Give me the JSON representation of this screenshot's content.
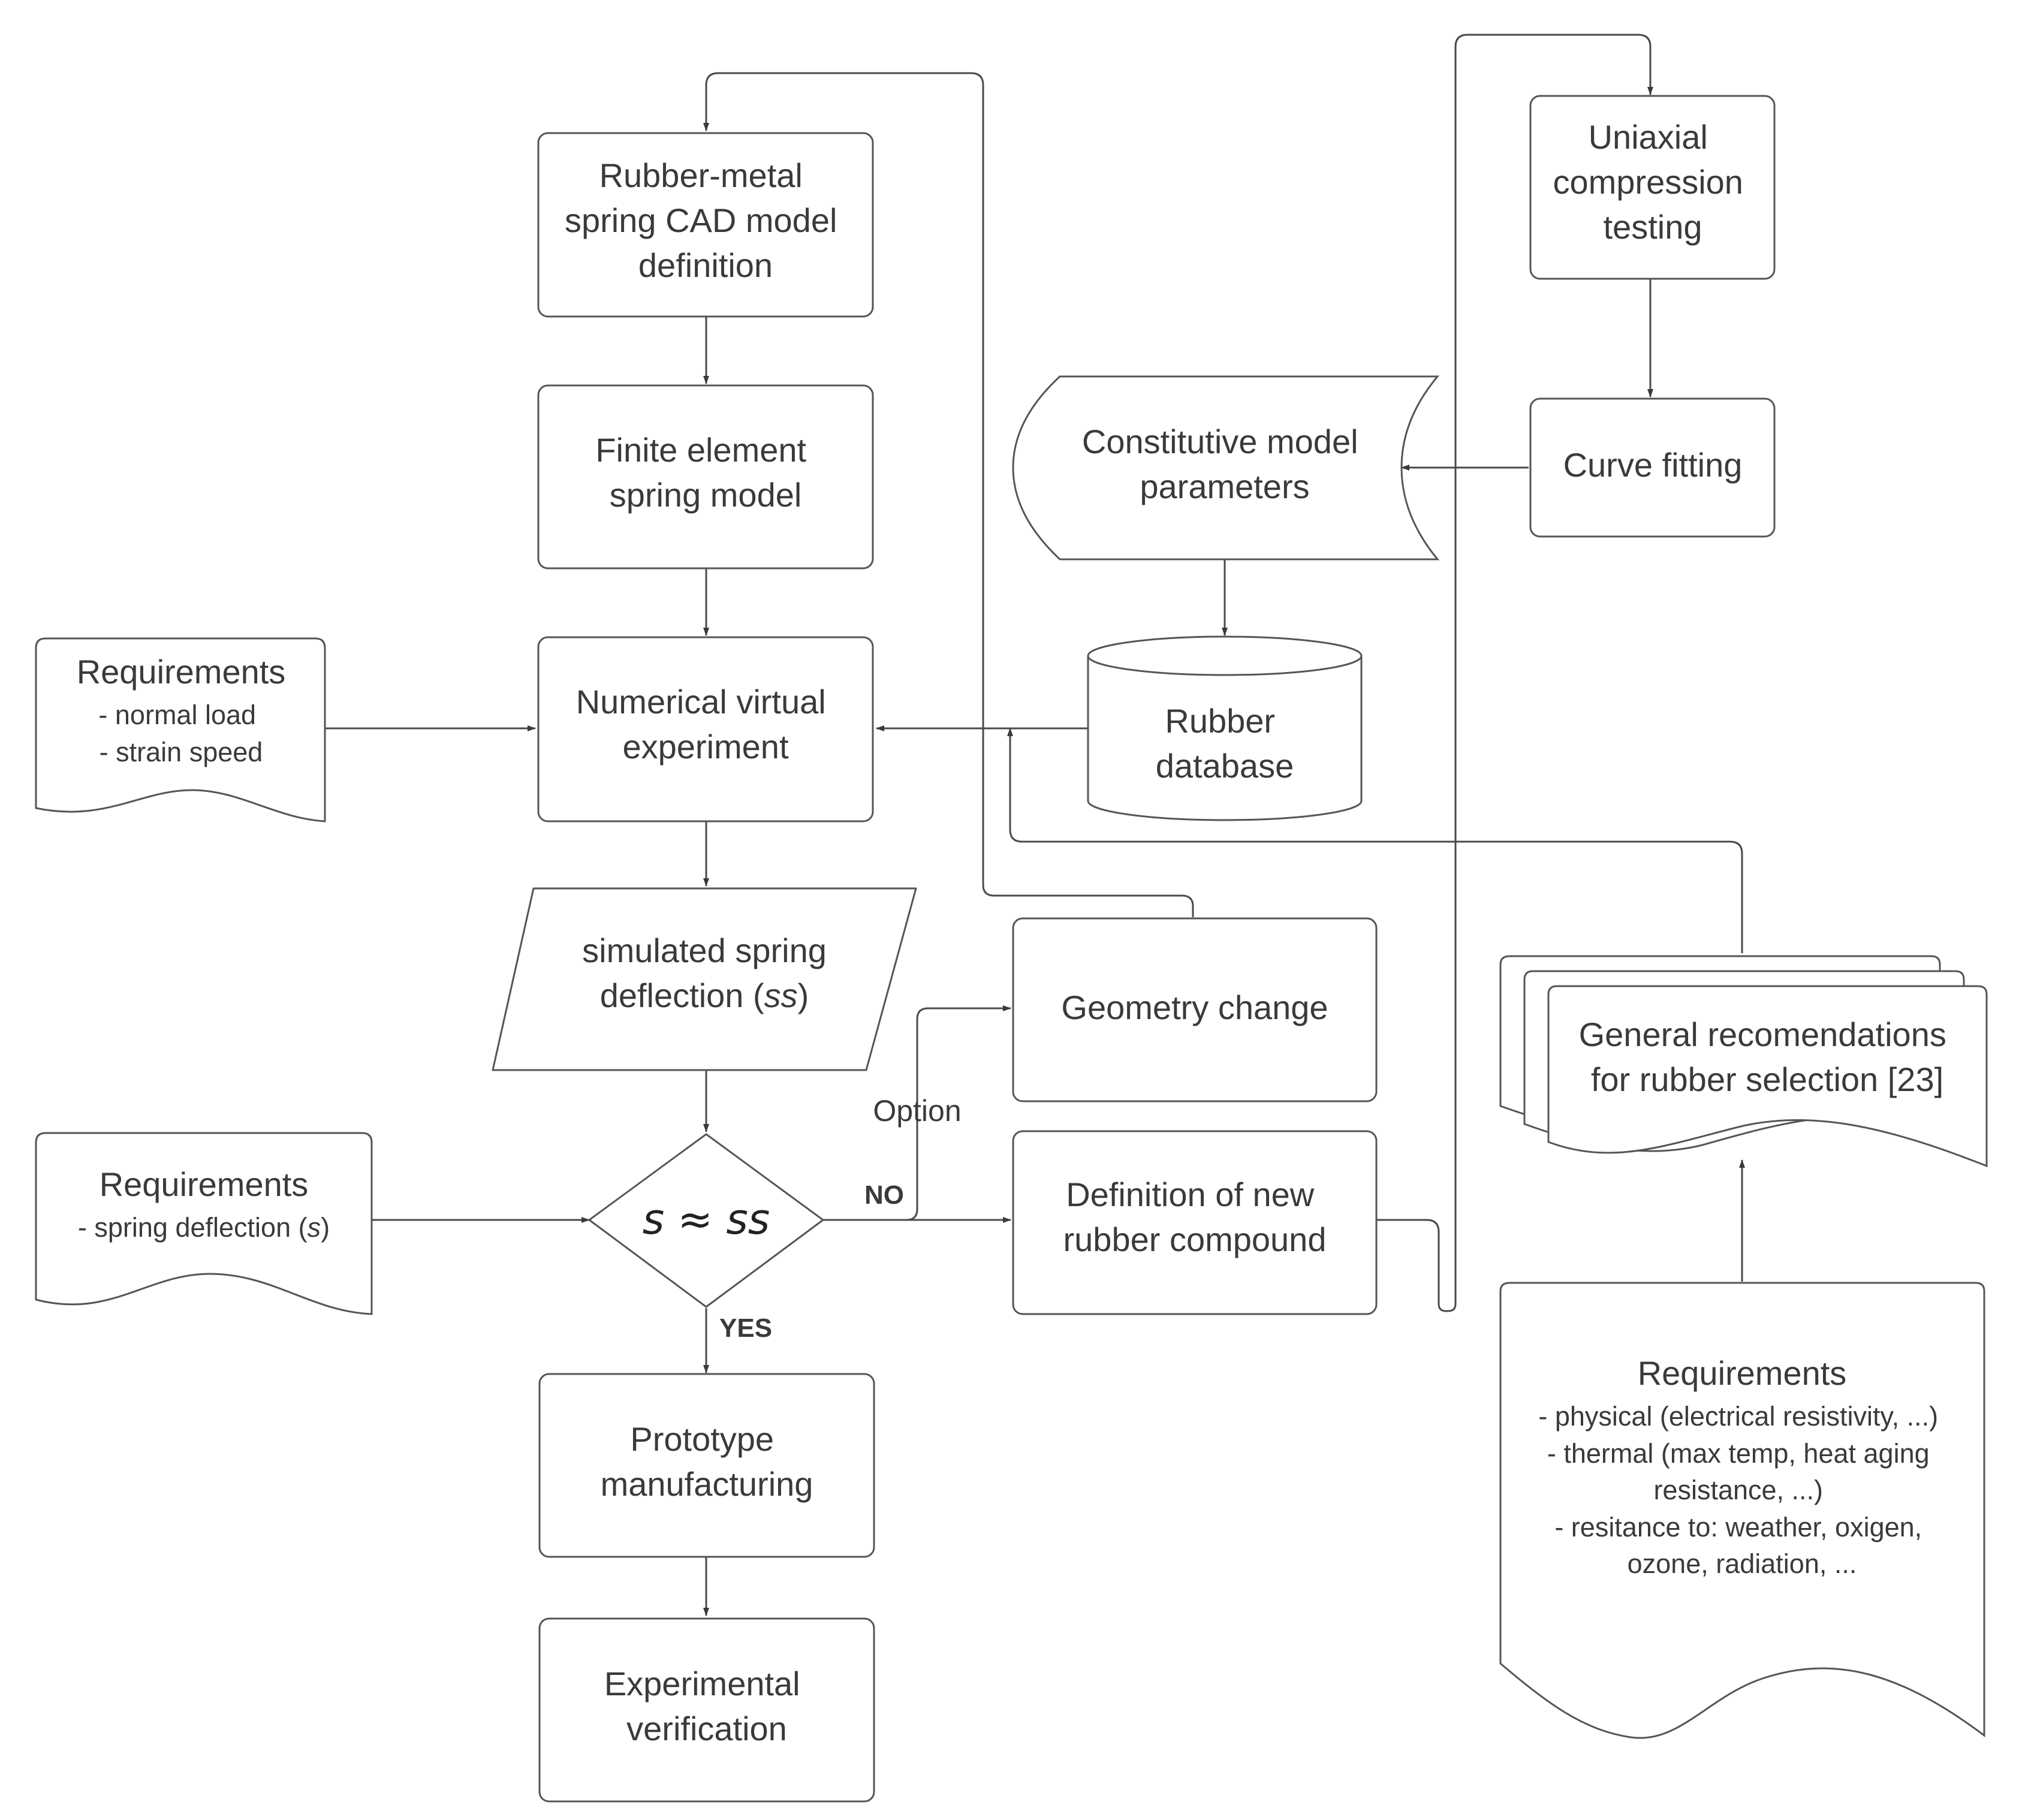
{
  "nodes": {
    "cad_model": {
      "lines": [
        "Rubber-metal",
        "spring CAD model",
        "definition"
      ]
    },
    "fe_model": {
      "lines": [
        "Finite element",
        "spring model"
      ]
    },
    "numerical_experiment": {
      "lines": [
        "Numerical virtual",
        "experiment"
      ]
    },
    "simulated_deflection": {
      "line1": "simulated spring",
      "line2_prefix": "deflection (",
      "line2_var": "ss",
      "line2_suffix": ")"
    },
    "decision": {
      "text": "s ≈ ss"
    },
    "prototype": {
      "lines": [
        "Prototype",
        "manufacturing"
      ]
    },
    "verification": {
      "lines": [
        "Experimental",
        "verification"
      ]
    },
    "requirements_load": {
      "title": "Requirements",
      "items": [
        "- normal load",
        "- strain speed"
      ]
    },
    "requirements_deflection": {
      "title": "Requirements",
      "item_prefix": "- spring deflection (",
      "item_var": "s",
      "item_suffix": ")"
    },
    "geometry_change": {
      "text": "Geometry change"
    },
    "new_compound": {
      "lines": [
        "Definition of new",
        "rubber compound"
      ]
    },
    "constitutive_params": {
      "lines": [
        "Constitutive model",
        "parameters"
      ]
    },
    "rubber_database": {
      "lines": [
        "Rubber",
        "database"
      ]
    },
    "uniaxial_testing": {
      "lines": [
        "Uniaxial",
        "compression",
        "testing"
      ]
    },
    "curve_fitting": {
      "text": "Curve fitting"
    },
    "recommendations": {
      "lines": [
        "General recomendations",
        "for rubber selection [23]"
      ]
    },
    "requirements_material": {
      "title": "Requirements",
      "items": [
        "- physical (electrical resistivity, ...)",
        "- thermal (max temp, heat aging",
        "resistance, ...)",
        "- resitance to: weather, oxigen,",
        "ozone, radiation, ..."
      ]
    }
  },
  "edge_labels": {
    "no": "NO",
    "yes": "YES",
    "option": "Option"
  },
  "colors": {
    "stroke": "#555555",
    "text": "#3a3a3a",
    "background": "#ffffff"
  }
}
